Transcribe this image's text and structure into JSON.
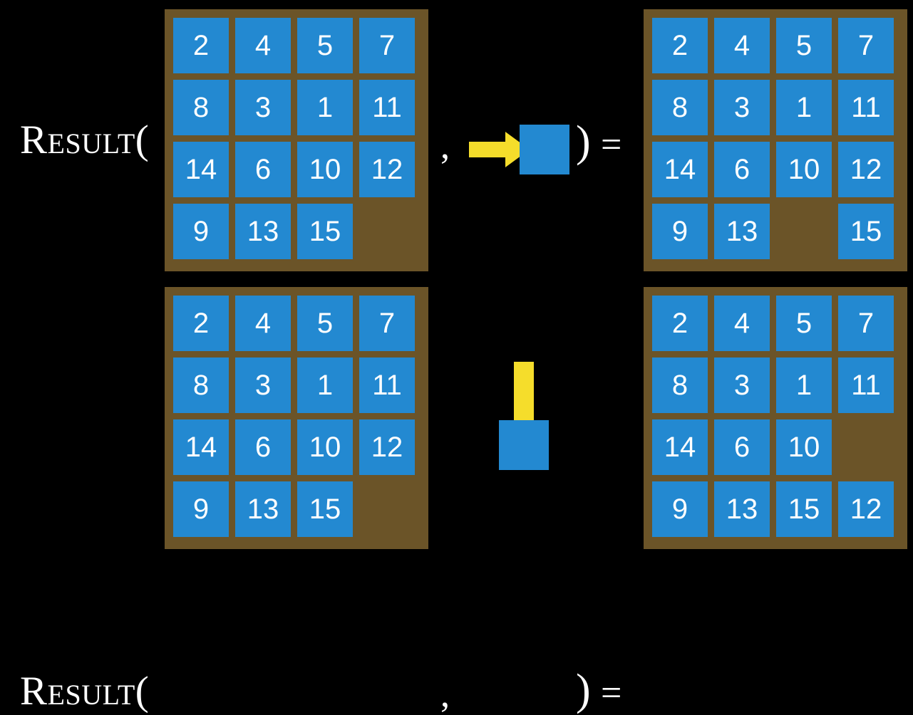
{
  "background_color": "#000000",
  "palette": {
    "board_frame": "#6b5428",
    "tile": "#2389d1",
    "tile_text": "#ffffff",
    "arrow": "#f5dd2b",
    "text": "#ffffff"
  },
  "equations": [
    {
      "id": "equation-move-right",
      "label": "Result(",
      "comma": ",",
      "close_paren": ")",
      "equals": "=",
      "input_board": {
        "name": "input-board-row1",
        "rows": [
          [
            "2",
            "4",
            "5",
            "7"
          ],
          [
            "8",
            "3",
            "1",
            "11"
          ],
          [
            "14",
            "6",
            "10",
            "12"
          ],
          [
            "9",
            "13",
            "15",
            ""
          ]
        ]
      },
      "action": {
        "name": "move-right-action",
        "direction": "right",
        "arrow_icon": "arrow-right-icon",
        "tile_icon": "blank-tile-icon"
      },
      "output_board": {
        "name": "output-board-row1",
        "rows": [
          [
            "2",
            "4",
            "5",
            "7"
          ],
          [
            "8",
            "3",
            "1",
            "11"
          ],
          [
            "14",
            "6",
            "10",
            "12"
          ],
          [
            "9",
            "13",
            "",
            "15"
          ]
        ]
      }
    },
    {
      "id": "equation-move-down",
      "label": "Result(",
      "comma": ",",
      "close_paren": ")",
      "equals": "=",
      "input_board": {
        "name": "input-board-row2",
        "rows": [
          [
            "2",
            "4",
            "5",
            "7"
          ],
          [
            "8",
            "3",
            "1",
            "11"
          ],
          [
            "14",
            "6",
            "10",
            "12"
          ],
          [
            "9",
            "13",
            "15",
            ""
          ]
        ]
      },
      "action": {
        "name": "move-down-action",
        "direction": "down",
        "arrow_icon": "arrow-down-icon",
        "tile_icon": "blank-tile-icon"
      },
      "output_board": {
        "name": "output-board-row2",
        "rows": [
          [
            "2",
            "4",
            "5",
            "7"
          ],
          [
            "8",
            "3",
            "1",
            "11"
          ],
          [
            "14",
            "6",
            "10",
            ""
          ],
          [
            "9",
            "13",
            "15",
            "12"
          ]
        ]
      }
    }
  ]
}
